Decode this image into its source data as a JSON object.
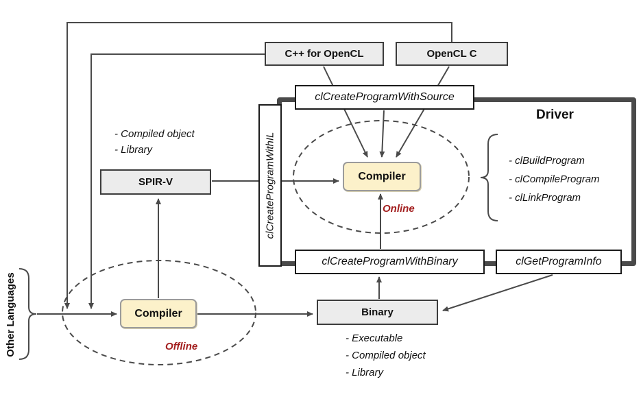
{
  "diagram": {
    "nodes": {
      "cpp_for_opencl": "C++ for OpenCL",
      "opencl_c": "OpenCL C",
      "create_with_source": "clCreateProgramWithSource",
      "create_with_il": "clCreateProgramWithIL",
      "driver": "Driver",
      "compiler_online": "Compiler",
      "online": "Online",
      "spirv": "SPIR-V",
      "create_with_binary": "clCreateProgramWithBinary",
      "get_program_info": "clGetProgramInfo",
      "compiler_offline": "Compiler",
      "offline": "Offline",
      "binary": "Binary",
      "other_languages": "Other Languages"
    },
    "annotations": {
      "spirv_notes": [
        "- Compiled object",
        "- Library"
      ],
      "driver_functions": [
        "- clBuildProgram",
        "- clCompileProgram",
        "- clLinkProgram"
      ],
      "binary_notes": [
        "- Executable",
        "- Compiled object",
        "- Library"
      ]
    },
    "colors": {
      "box_gray": "#ececec",
      "box_cream": "#fcf1ca",
      "line": "#4a4a4a",
      "accent_red": "#a31f1f"
    }
  }
}
